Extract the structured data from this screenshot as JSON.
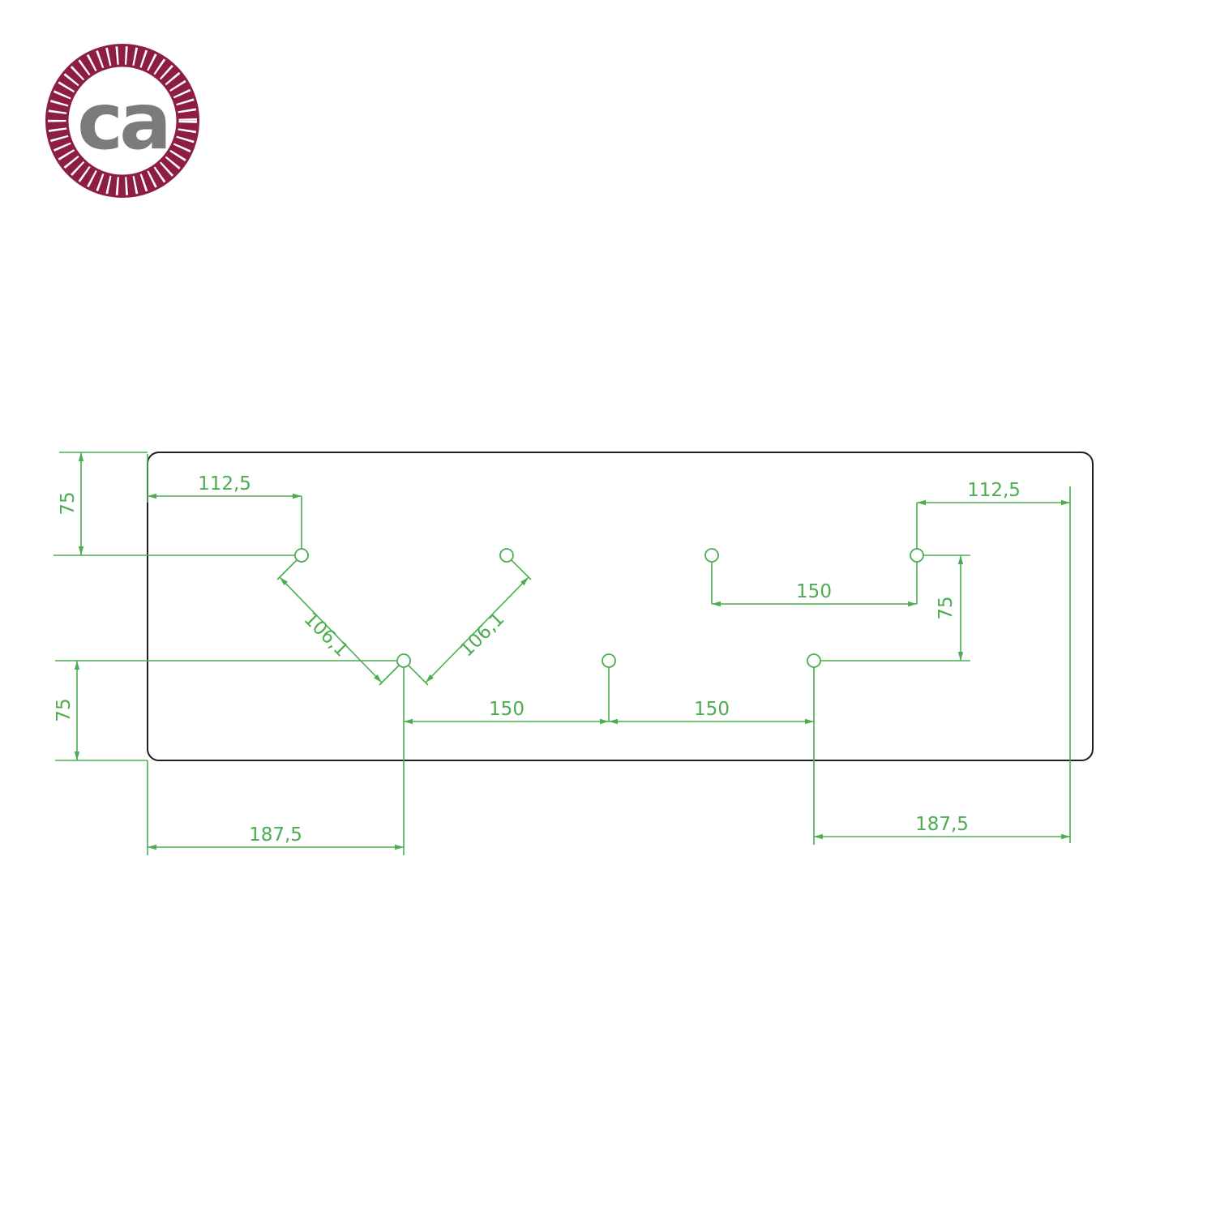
{
  "logo": {
    "text": "ca"
  },
  "colors": {
    "dimension_green": "#4cad50",
    "plate_outline": "#1f1f1f",
    "logo_ring": "#8e1e41",
    "logo_text": "#7b7b7b"
  },
  "drawing": {
    "hole_count": 7,
    "labels": {
      "top_left_width": "112,5",
      "top_left_height": "75",
      "diag_left": "106,1",
      "diag_right": "106,1",
      "top_right_width": "112,5",
      "top_right_span": "150",
      "right_height": "75",
      "bottom_left_height": "75",
      "bottom_span_left": "150",
      "bottom_span_right": "150",
      "bottom_left_offset": "187,5",
      "bottom_right_offset": "187,5"
    }
  }
}
